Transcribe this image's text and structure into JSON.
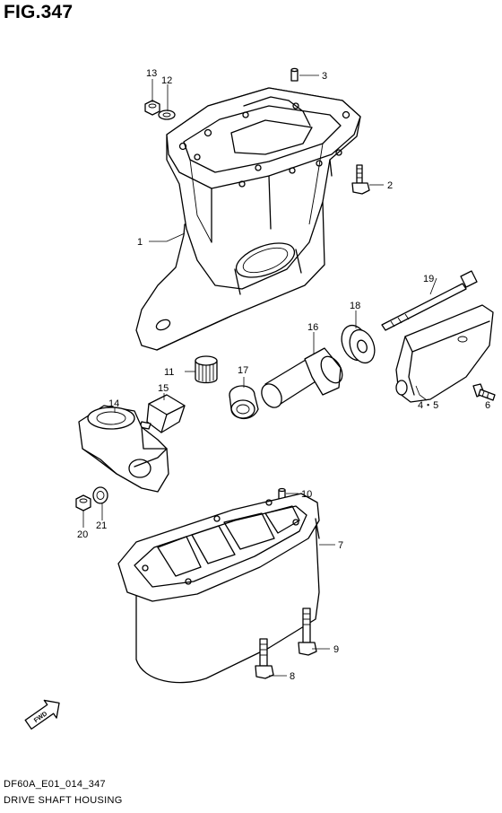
{
  "figure": {
    "title": "FIG.347",
    "code": "DF60A_E01_014_347",
    "caption": "DRIVE SHAFT HOUSING",
    "fwd_label": "FWD"
  },
  "callouts": [
    {
      "id": "1",
      "label": "1"
    },
    {
      "id": "2",
      "label": "2"
    },
    {
      "id": "3",
      "label": "3"
    },
    {
      "id": "45",
      "label": "4・5"
    },
    {
      "id": "6",
      "label": "6"
    },
    {
      "id": "7",
      "label": "7"
    },
    {
      "id": "8",
      "label": "8"
    },
    {
      "id": "9",
      "label": "9"
    },
    {
      "id": "10",
      "label": "10"
    },
    {
      "id": "11",
      "label": "11"
    },
    {
      "id": "12",
      "label": "12"
    },
    {
      "id": "13",
      "label": "13"
    },
    {
      "id": "14",
      "label": "14"
    },
    {
      "id": "15",
      "label": "15"
    },
    {
      "id": "16",
      "label": "16"
    },
    {
      "id": "17",
      "label": "17"
    },
    {
      "id": "18",
      "label": "18"
    },
    {
      "id": "19",
      "label": "19"
    },
    {
      "id": "20",
      "label": "20"
    },
    {
      "id": "21",
      "label": "21"
    }
  ]
}
